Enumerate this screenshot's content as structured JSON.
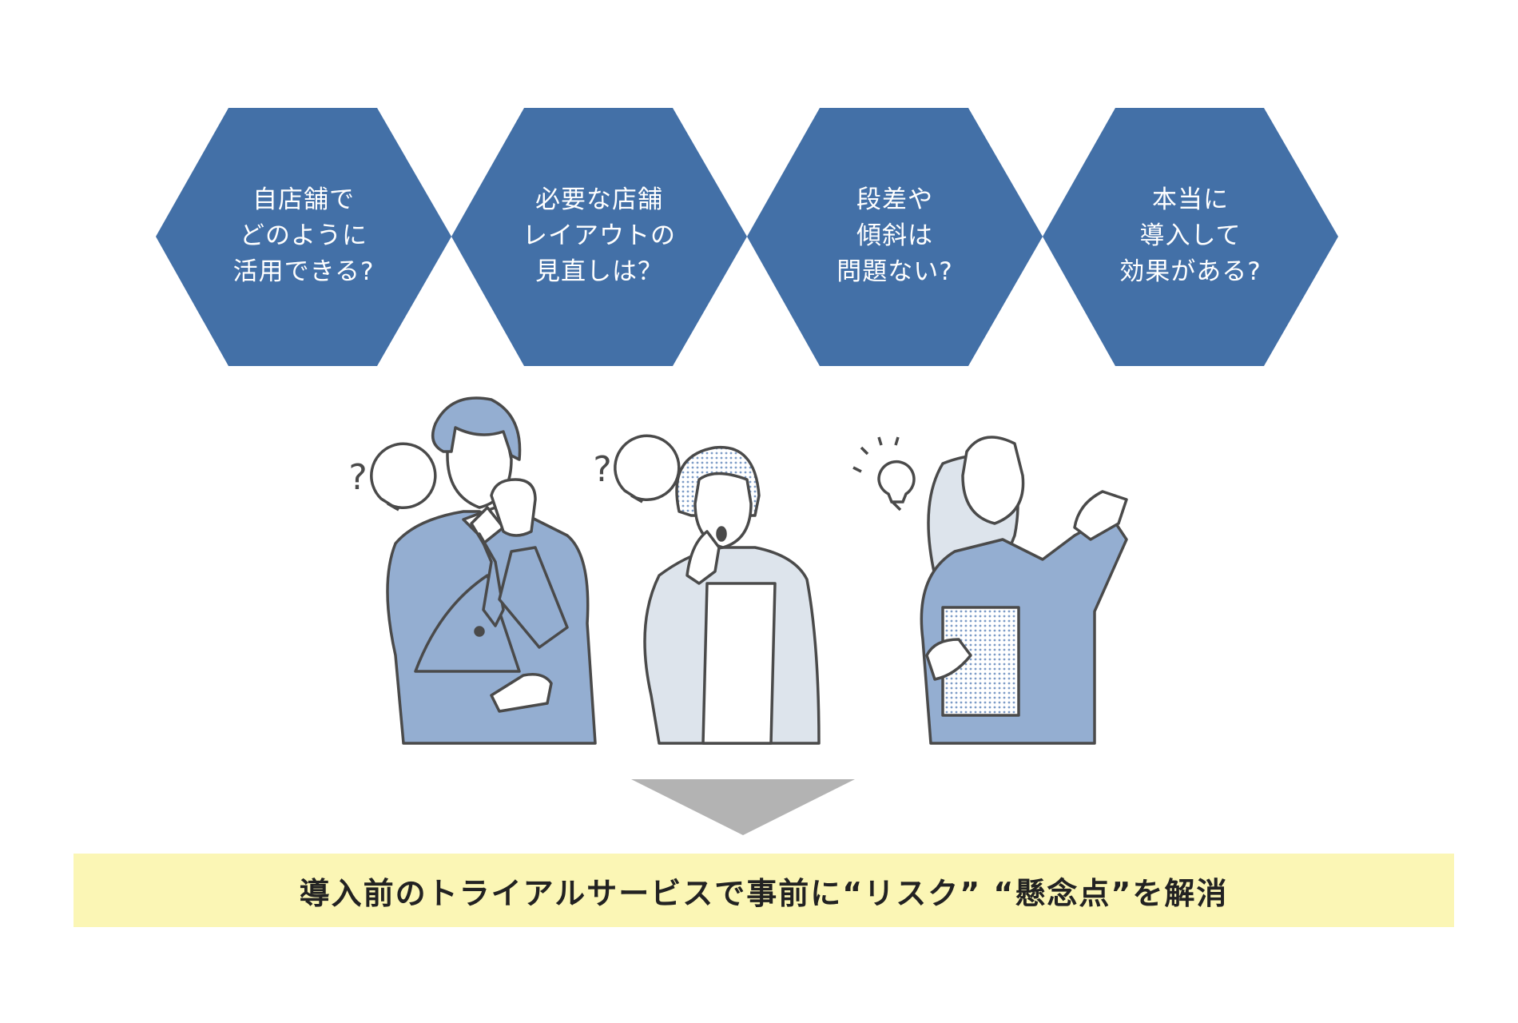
{
  "colors": {
    "hexagon": "#4370a7",
    "hexagon_text": "#ffffff",
    "suit_blue": "#94aed1",
    "suit_gray": "#dde4ec",
    "outline": "#4a4a4a",
    "skin": "#ffffff",
    "hair_dots": "#7d9cc7",
    "arrow": "#b3b3b3",
    "banner_bg": "#fbf6b5",
    "banner_text": "#222222"
  },
  "questions": [
    {
      "lines": [
        "自店舗で",
        "どのように",
        "活用できる?"
      ]
    },
    {
      "lines": [
        "必要な店舗",
        "レイアウトの",
        "見直しは？"
      ]
    },
    {
      "lines": [
        "段差や",
        "傾斜は",
        "問題ない?"
      ]
    },
    {
      "lines": [
        "本当に",
        "導入して",
        "効果がある?"
      ]
    }
  ],
  "speech_bubbles": [
    {
      "text": "?",
      "icon": "question-bubble-icon"
    },
    {
      "text": "?",
      "icon": "question-bubble-icon"
    }
  ],
  "icons": [
    "lightbulb-icon",
    "down-arrow-icon"
  ],
  "banner": {
    "text": "導入前のトライアルサービスで事前に“リスク” “懸念点”を解消"
  }
}
